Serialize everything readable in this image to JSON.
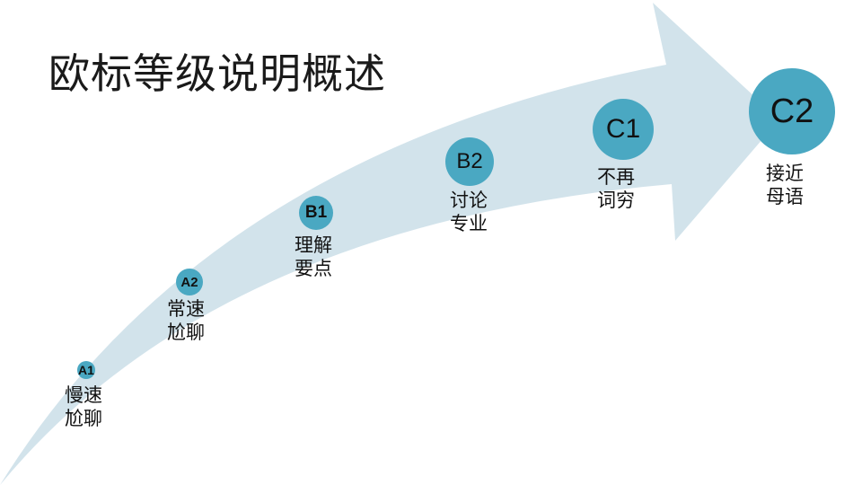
{
  "slide": {
    "title": "欧标等级说明概述"
  },
  "colors": {
    "arrow_fill": "#d2e3eb",
    "circle_fill": "#4aa8c2",
    "text": "#111111"
  },
  "levels": [
    {
      "code": "A1",
      "desc_line1": "慢速",
      "desc_line2": "尬聊"
    },
    {
      "code": "A2",
      "desc_line1": "常速",
      "desc_line2": "尬聊"
    },
    {
      "code": "B1",
      "desc_line1": "理解",
      "desc_line2": "要点"
    },
    {
      "code": "B2",
      "desc_line1": "讨论",
      "desc_line2": "专业"
    },
    {
      "code": "C1",
      "desc_line1": "不再",
      "desc_line2": "词穷"
    },
    {
      "code": "C2",
      "desc_line1": "接近",
      "desc_line2": "母语"
    }
  ]
}
